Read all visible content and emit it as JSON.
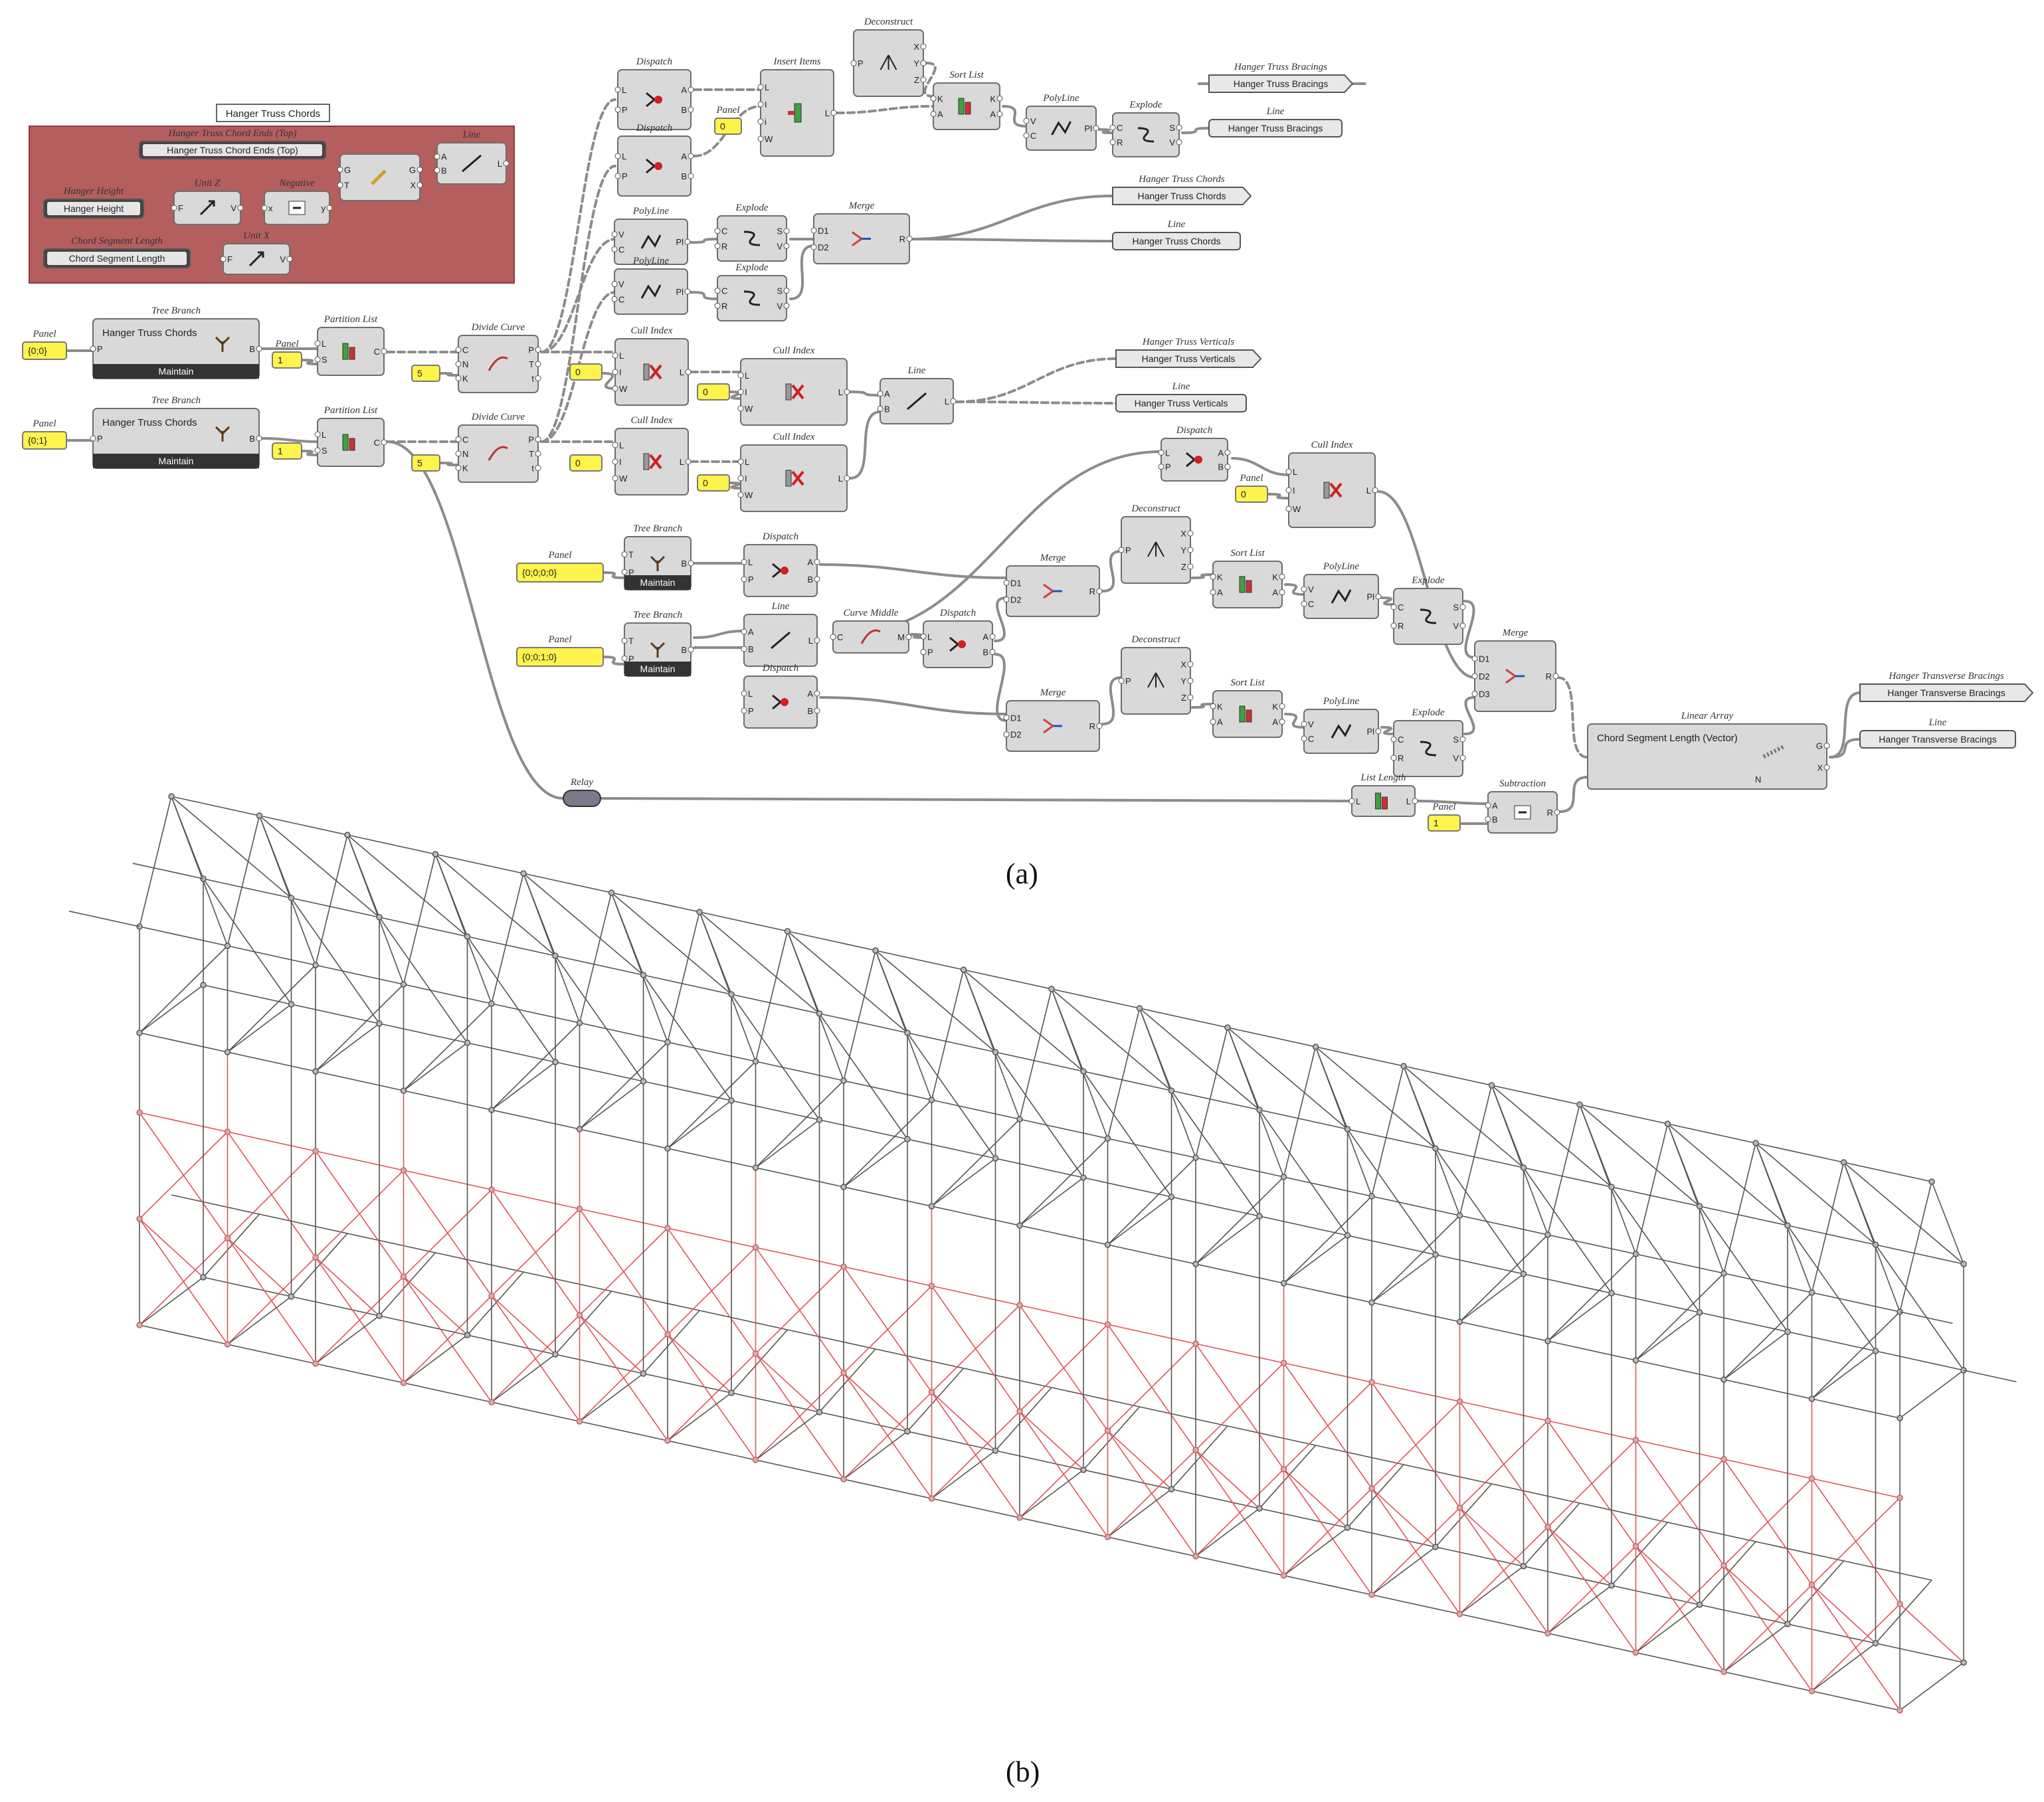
{
  "figure_labels": {
    "a": "(a)",
    "b": "(b)"
  },
  "group_box": {
    "title": "Hanger Truss Chords",
    "fill": "#b45e5e"
  },
  "colors": {
    "node_fill": "#d9d9d9",
    "node_stroke": "#6e6e6e",
    "panel_fill": "#fff34d",
    "wire": "#8c8c8c",
    "truss_red": "#e0555a",
    "truss_grey": "#555555"
  },
  "components": [
    {
      "title": "Dispatch",
      "inputs": [
        "L",
        "P"
      ],
      "outputs": [
        "A",
        "B"
      ],
      "icon": "dispatch"
    },
    {
      "title": "Dispatch",
      "inputs": [
        "L",
        "P"
      ],
      "outputs": [
        "A",
        "B"
      ],
      "icon": "dispatch"
    },
    {
      "title": "Insert Items",
      "inputs": [
        "L",
        "I",
        "i",
        "W"
      ],
      "outputs": [
        "L"
      ],
      "icon": "insert"
    },
    {
      "title": "Deconstruct",
      "inputs": [
        "P"
      ],
      "outputs": [
        "X",
        "Y",
        "Z"
      ],
      "icon": "deconstruct"
    },
    {
      "title": "Sort List",
      "inputs": [
        "K",
        "A"
      ],
      "outputs": [
        "K",
        "A"
      ],
      "icon": "sort"
    },
    {
      "title": "PolyLine",
      "inputs": [
        "V",
        "C"
      ],
      "outputs": [
        "Pl"
      ],
      "icon": "polyline"
    },
    {
      "title": "Explode",
      "inputs": [
        "C",
        "R"
      ],
      "outputs": [
        "S",
        "V"
      ],
      "icon": "explode"
    },
    {
      "title": "Line",
      "inputs": [
        "A",
        "B"
      ],
      "outputs": [
        "L"
      ],
      "icon": "line"
    },
    {
      "title": "",
      "inputs": [
        "G",
        "T"
      ],
      "outputs": [
        "G",
        "X"
      ],
      "icon": "move"
    },
    {
      "title": "Unit Z",
      "inputs": [
        "F"
      ],
      "outputs": [
        "V"
      ],
      "icon": "unitz"
    },
    {
      "title": "Negative",
      "inputs": [
        "x"
      ],
      "outputs": [
        "y"
      ],
      "icon": "negative"
    },
    {
      "title": "Unit X",
      "inputs": [
        "F"
      ],
      "outputs": [
        "V"
      ],
      "icon": "unitx"
    },
    {
      "title": "PolyLine",
      "inputs": [
        "V",
        "C"
      ],
      "outputs": [
        "Pl"
      ],
      "icon": "polyline"
    },
    {
      "title": "Explode",
      "inputs": [
        "C",
        "R"
      ],
      "outputs": [
        "S",
        "V"
      ],
      "icon": "explode"
    },
    {
      "title": "Merge",
      "inputs": [
        "D1",
        "D2"
      ],
      "outputs": [
        "R"
      ],
      "icon": "merge"
    },
    {
      "title": "PolyLine",
      "inputs": [
        "V",
        "C"
      ],
      "outputs": [
        "Pl"
      ],
      "icon": "polyline"
    },
    {
      "title": "Explode",
      "inputs": [
        "C",
        "R"
      ],
      "outputs": [
        "S",
        "V"
      ],
      "icon": "explode"
    },
    {
      "title": "Tree Branch",
      "inputs": [
        "P"
      ],
      "outputs": [
        "B"
      ],
      "icon": "tree",
      "wide_label": "Hanger Truss Chords",
      "footer": "Maintain"
    },
    {
      "title": "Partition List",
      "inputs": [
        "L",
        "S"
      ],
      "outputs": [
        "C"
      ],
      "icon": "partition"
    },
    {
      "title": "Divide Curve",
      "inputs": [
        "C",
        "N",
        "K"
      ],
      "outputs": [
        "P",
        "T",
        "t"
      ],
      "icon": "divide"
    },
    {
      "title": "Cull Index",
      "inputs": [
        "L",
        "I",
        "W"
      ],
      "outputs": [
        "L"
      ],
      "icon": "cull"
    },
    {
      "title": "Cull Index",
      "inputs": [
        "L",
        "I",
        "W"
      ],
      "outputs": [
        "L"
      ],
      "icon": "cull"
    },
    {
      "title": "Line",
      "inputs": [
        "A",
        "B"
      ],
      "outputs": [
        "L"
      ],
      "icon": "line"
    },
    {
      "title": "Tree Branch",
      "inputs": [
        "P"
      ],
      "outputs": [
        "B"
      ],
      "icon": "tree",
      "wide_label": "Hanger Truss Chords",
      "footer": "Maintain"
    },
    {
      "title": "Partition List",
      "inputs": [
        "L",
        "S"
      ],
      "outputs": [
        "C"
      ],
      "icon": "partition"
    },
    {
      "title": "Divide Curve",
      "inputs": [
        "C",
        "N",
        "K"
      ],
      "outputs": [
        "P",
        "T",
        "t"
      ],
      "icon": "divide"
    },
    {
      "title": "Cull Index",
      "inputs": [
        "L",
        "I",
        "W"
      ],
      "outputs": [
        "L"
      ],
      "icon": "cull"
    },
    {
      "title": "Cull Index",
      "inputs": [
        "L",
        "I",
        "W"
      ],
      "outputs": [
        "L"
      ],
      "icon": "cull"
    },
    {
      "title": "Dispatch",
      "inputs": [
        "L",
        "P"
      ],
      "outputs": [
        "A",
        "B"
      ],
      "icon": "dispatch"
    },
    {
      "title": "Cull Index",
      "inputs": [
        "L",
        "I",
        "W"
      ],
      "outputs": [
        "L"
      ],
      "icon": "cull"
    },
    {
      "title": "Tree Branch",
      "inputs": [
        "T",
        "P"
      ],
      "outputs": [
        "B"
      ],
      "icon": "tree",
      "footer": "Maintain"
    },
    {
      "title": "Dispatch",
      "inputs": [
        "L",
        "P"
      ],
      "outputs": [
        "A",
        "B"
      ],
      "icon": "dispatch"
    },
    {
      "title": "Merge",
      "inputs": [
        "D1",
        "D2"
      ],
      "outputs": [
        "R"
      ],
      "icon": "merge"
    },
    {
      "title": "Deconstruct",
      "inputs": [
        "P"
      ],
      "outputs": [
        "X",
        "Y",
        "Z"
      ],
      "icon": "deconstruct"
    },
    {
      "title": "Sort List",
      "inputs": [
        "K",
        "A"
      ],
      "outputs": [
        "K",
        "A"
      ],
      "icon": "sort"
    },
    {
      "title": "PolyLine",
      "inputs": [
        "V",
        "C"
      ],
      "outputs": [
        "Pl"
      ],
      "icon": "polyline"
    },
    {
      "title": "Explode",
      "inputs": [
        "C",
        "R"
      ],
      "outputs": [
        "S",
        "V"
      ],
      "icon": "explode"
    },
    {
      "title": "Line",
      "inputs": [
        "A",
        "B"
      ],
      "outputs": [
        "L"
      ],
      "icon": "line"
    },
    {
      "title": "Curve Middle",
      "inputs": [
        "C"
      ],
      "outputs": [
        "M"
      ],
      "icon": "curvemid"
    },
    {
      "title": "Dispatch",
      "inputs": [
        "L",
        "P"
      ],
      "outputs": [
        "A",
        "B"
      ],
      "icon": "dispatch"
    },
    {
      "title": "Tree Branch",
      "inputs": [
        "T",
        "P"
      ],
      "outputs": [
        "B"
      ],
      "icon": "tree",
      "footer": "Maintain"
    },
    {
      "title": "Dispatch",
      "inputs": [
        "L",
        "P"
      ],
      "outputs": [
        "A",
        "B"
      ],
      "icon": "dispatch"
    },
    {
      "title": "Merge",
      "inputs": [
        "D1",
        "D2"
      ],
      "outputs": [
        "R"
      ],
      "icon": "merge"
    },
    {
      "title": "Deconstruct",
      "inputs": [
        "P"
      ],
      "outputs": [
        "X",
        "Y",
        "Z"
      ],
      "icon": "deconstruct"
    },
    {
      "title": "Sort List",
      "inputs": [
        "K",
        "A"
      ],
      "outputs": [
        "K",
        "A"
      ],
      "icon": "sort"
    },
    {
      "title": "PolyLine",
      "inputs": [
        "V",
        "C"
      ],
      "outputs": [
        "Pl"
      ],
      "icon": "polyline"
    },
    {
      "title": "Explode",
      "inputs": [
        "C",
        "R"
      ],
      "outputs": [
        "S",
        "V"
      ],
      "icon": "explode"
    },
    {
      "title": "Merge",
      "inputs": [
        "D1",
        "D2",
        "D3"
      ],
      "outputs": [
        "R"
      ],
      "icon": "merge"
    },
    {
      "title": "Linear Array",
      "inputs": [],
      "outputs": [
        "G",
        "X"
      ],
      "icon": "array",
      "wide_label": "Chord Segment Length (Vector)",
      "left_ports": [
        "N"
      ]
    },
    {
      "title": "List Length",
      "inputs": [
        "L"
      ],
      "outputs": [
        "L"
      ],
      "icon": "length"
    },
    {
      "title": "Subtraction",
      "inputs": [
        "A",
        "B"
      ],
      "outputs": [
        "R"
      ],
      "icon": "subtract"
    }
  ],
  "params": [
    {
      "title": "Hanger Truss Chord Ends (Top)",
      "text": "Hanger Truss Chord Ends (Top)",
      "dark": true
    },
    {
      "title": "Hanger Height",
      "text": "Hanger Height",
      "dark": true
    },
    {
      "title": "Chord Segment Length",
      "text": "Chord Segment Length",
      "dark": true
    },
    {
      "title": "Hanger Truss Bracings",
      "text": "Hanger Truss Bracings",
      "arrow": true
    },
    {
      "title": "Line",
      "text": "Hanger Truss Bracings",
      "arrow": false
    },
    {
      "title": "Hanger Truss Chords",
      "text": "Hanger Truss Chords",
      "arrow": true
    },
    {
      "title": "Line",
      "text": "Hanger Truss Chords",
      "arrow": false
    },
    {
      "title": "Hanger Truss Verticals",
      "text": "Hanger Truss Verticals",
      "arrow": true
    },
    {
      "title": "Line",
      "text": "Hanger Truss Verticals",
      "arrow": false
    },
    {
      "title": "Hanger Transverse Bracings",
      "text": "Hanger Transverse Bracings",
      "arrow": true
    },
    {
      "title": "Line",
      "text": "Hanger Transverse Bracings",
      "arrow": false
    }
  ],
  "panels": [
    {
      "title": "Panel",
      "value": "{0;0}"
    },
    {
      "title": "Panel",
      "value": "1"
    },
    {
      "title": "Panel",
      "value": "{0;1}"
    },
    {
      "title": "",
      "value": "1"
    },
    {
      "title": "",
      "value": "5"
    },
    {
      "title": "",
      "value": "5"
    },
    {
      "title": "Panel",
      "value": "0"
    },
    {
      "title": "",
      "value": "0"
    },
    {
      "title": "",
      "value": "0"
    },
    {
      "title": "",
      "value": "0"
    },
    {
      "title": "",
      "value": "0"
    },
    {
      "title": "Panel",
      "value": "0"
    },
    {
      "title": "Panel",
      "value": "{0;0;0;0}"
    },
    {
      "title": "Panel",
      "value": "{0;0;1;0}"
    },
    {
      "title": "Panel",
      "value": "1"
    }
  ],
  "relay": {
    "title": "Relay"
  }
}
